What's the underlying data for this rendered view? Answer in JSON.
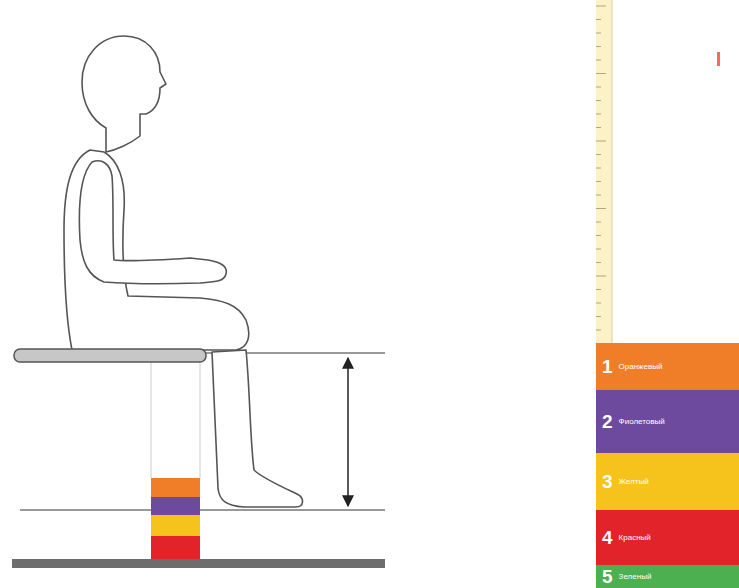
{
  "diagram": {
    "nodes": [
      {
        "text": [
          "1",
          "Оранжевый"
        ]
      },
      {
        "text": [
          "2",
          "Фиолетовый"
        ]
      },
      {
        "text": [
          "3",
          "Желтый"
        ]
      },
      {
        "text": [
          "4",
          "Красный"
        ]
      },
      {
        "text": [
          "5",
          "Зеленый"
        ]
      }
    ]
  }
}
